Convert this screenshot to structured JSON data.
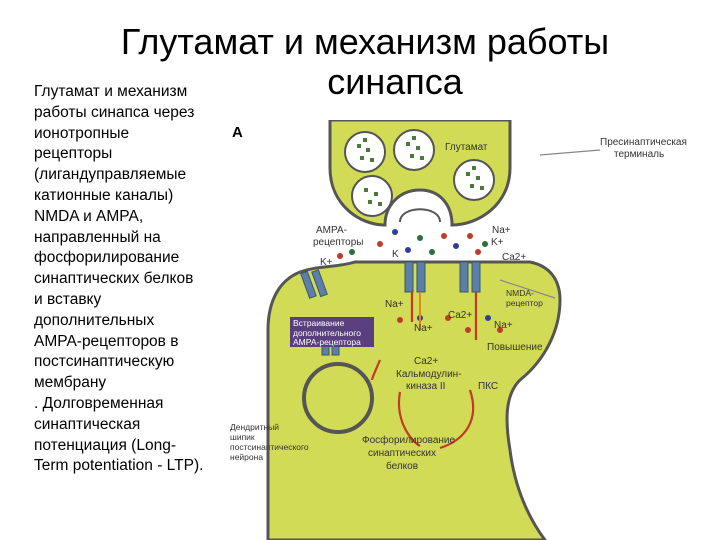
{
  "title_line1": "Глутамат и механизм работы",
  "title_line2": "синапса",
  "body_lines": [
    "Глутамат и механизм",
    "работы синапса через",
    "ионотропные",
    "рецепторы",
    "(лигандуправляемые",
    "катионные каналы)",
    "NMDA и AMPA,",
    "направленный на",
    "фосфорилирование",
    "синаптических белков",
    "и вставку",
    "дополнительных",
    "AMPA-рецепторов в",
    "постсинаптическую",
    "мембрану",
    ". Долговременная",
    "синаптическая",
    "потенциация (Long-",
    "Term potentiation - LTP)."
  ],
  "figure": {
    "panel_letter": "A",
    "labels": {
      "glutamate": "Глутамат",
      "presynaptic_1": "Пресинаптическая",
      "presynaptic_2": "терминаль",
      "ampa_1": "АМРА-",
      "ampa_2": "рецепторы",
      "k_plus_left": "K+",
      "k_plus_mid": "K",
      "na_plus_top": "Na+",
      "k_plus_top": "K+",
      "ca_top": "Ca2+",
      "nmda_1": "NMDA-",
      "nmda_2": "рецептор",
      "na_mid_left": "Na+",
      "na_mid": "Na+",
      "ca_mid": "Ca2+",
      "na_right": "Na+",
      "increase": "Повышение",
      "insertion_1": "Встраивание",
      "insertion_2": "дополнительного",
      "insertion_3": "АМРА-рецептора",
      "ca_low": "Ca2+",
      "camk_1": "Кальмодулин-",
      "camk_2": "киназа II",
      "pkc": "ПКС",
      "spine_1": "Дендритный",
      "spine_2": "шипик",
      "spine_3": "постсинаптического",
      "spine_4": "нейрона",
      "phospho_1": "Фосфорилирование",
      "phospho_2": "синаптических",
      "phospho_3": "белков"
    }
  },
  "colors": {
    "cell_fill": "#d2db55",
    "cell_stroke": "#555555",
    "receptor": "#5b7fa6",
    "arrow_red": "#c0392b",
    "box_purple": "#5a3f7e"
  }
}
